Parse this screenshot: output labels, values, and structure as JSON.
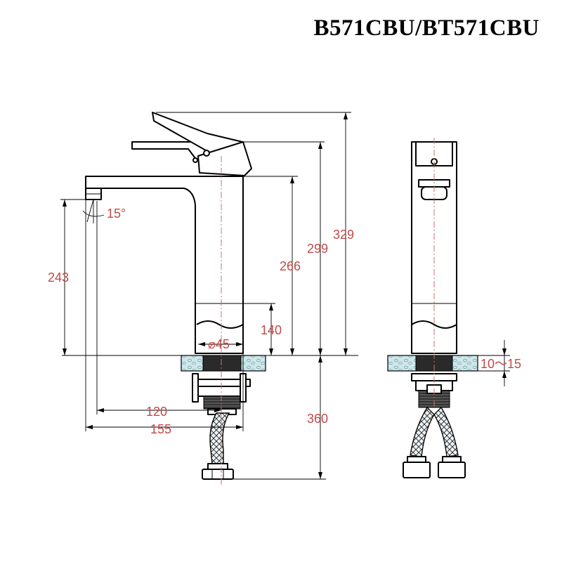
{
  "title": "B571CBU/BT571CBU",
  "dimensions": {
    "d329": "329",
    "d299": "299",
    "d266": "266",
    "d243": "243",
    "d140": "140",
    "d360": "360",
    "d120": "120",
    "d155": "155",
    "d45": "⌀45",
    "angle": "15°",
    "thickness": "10～15"
  },
  "colors": {
    "dimension_text": "#c04a4a",
    "centerline": "#c87070",
    "countertop": "#cfe6ea"
  }
}
